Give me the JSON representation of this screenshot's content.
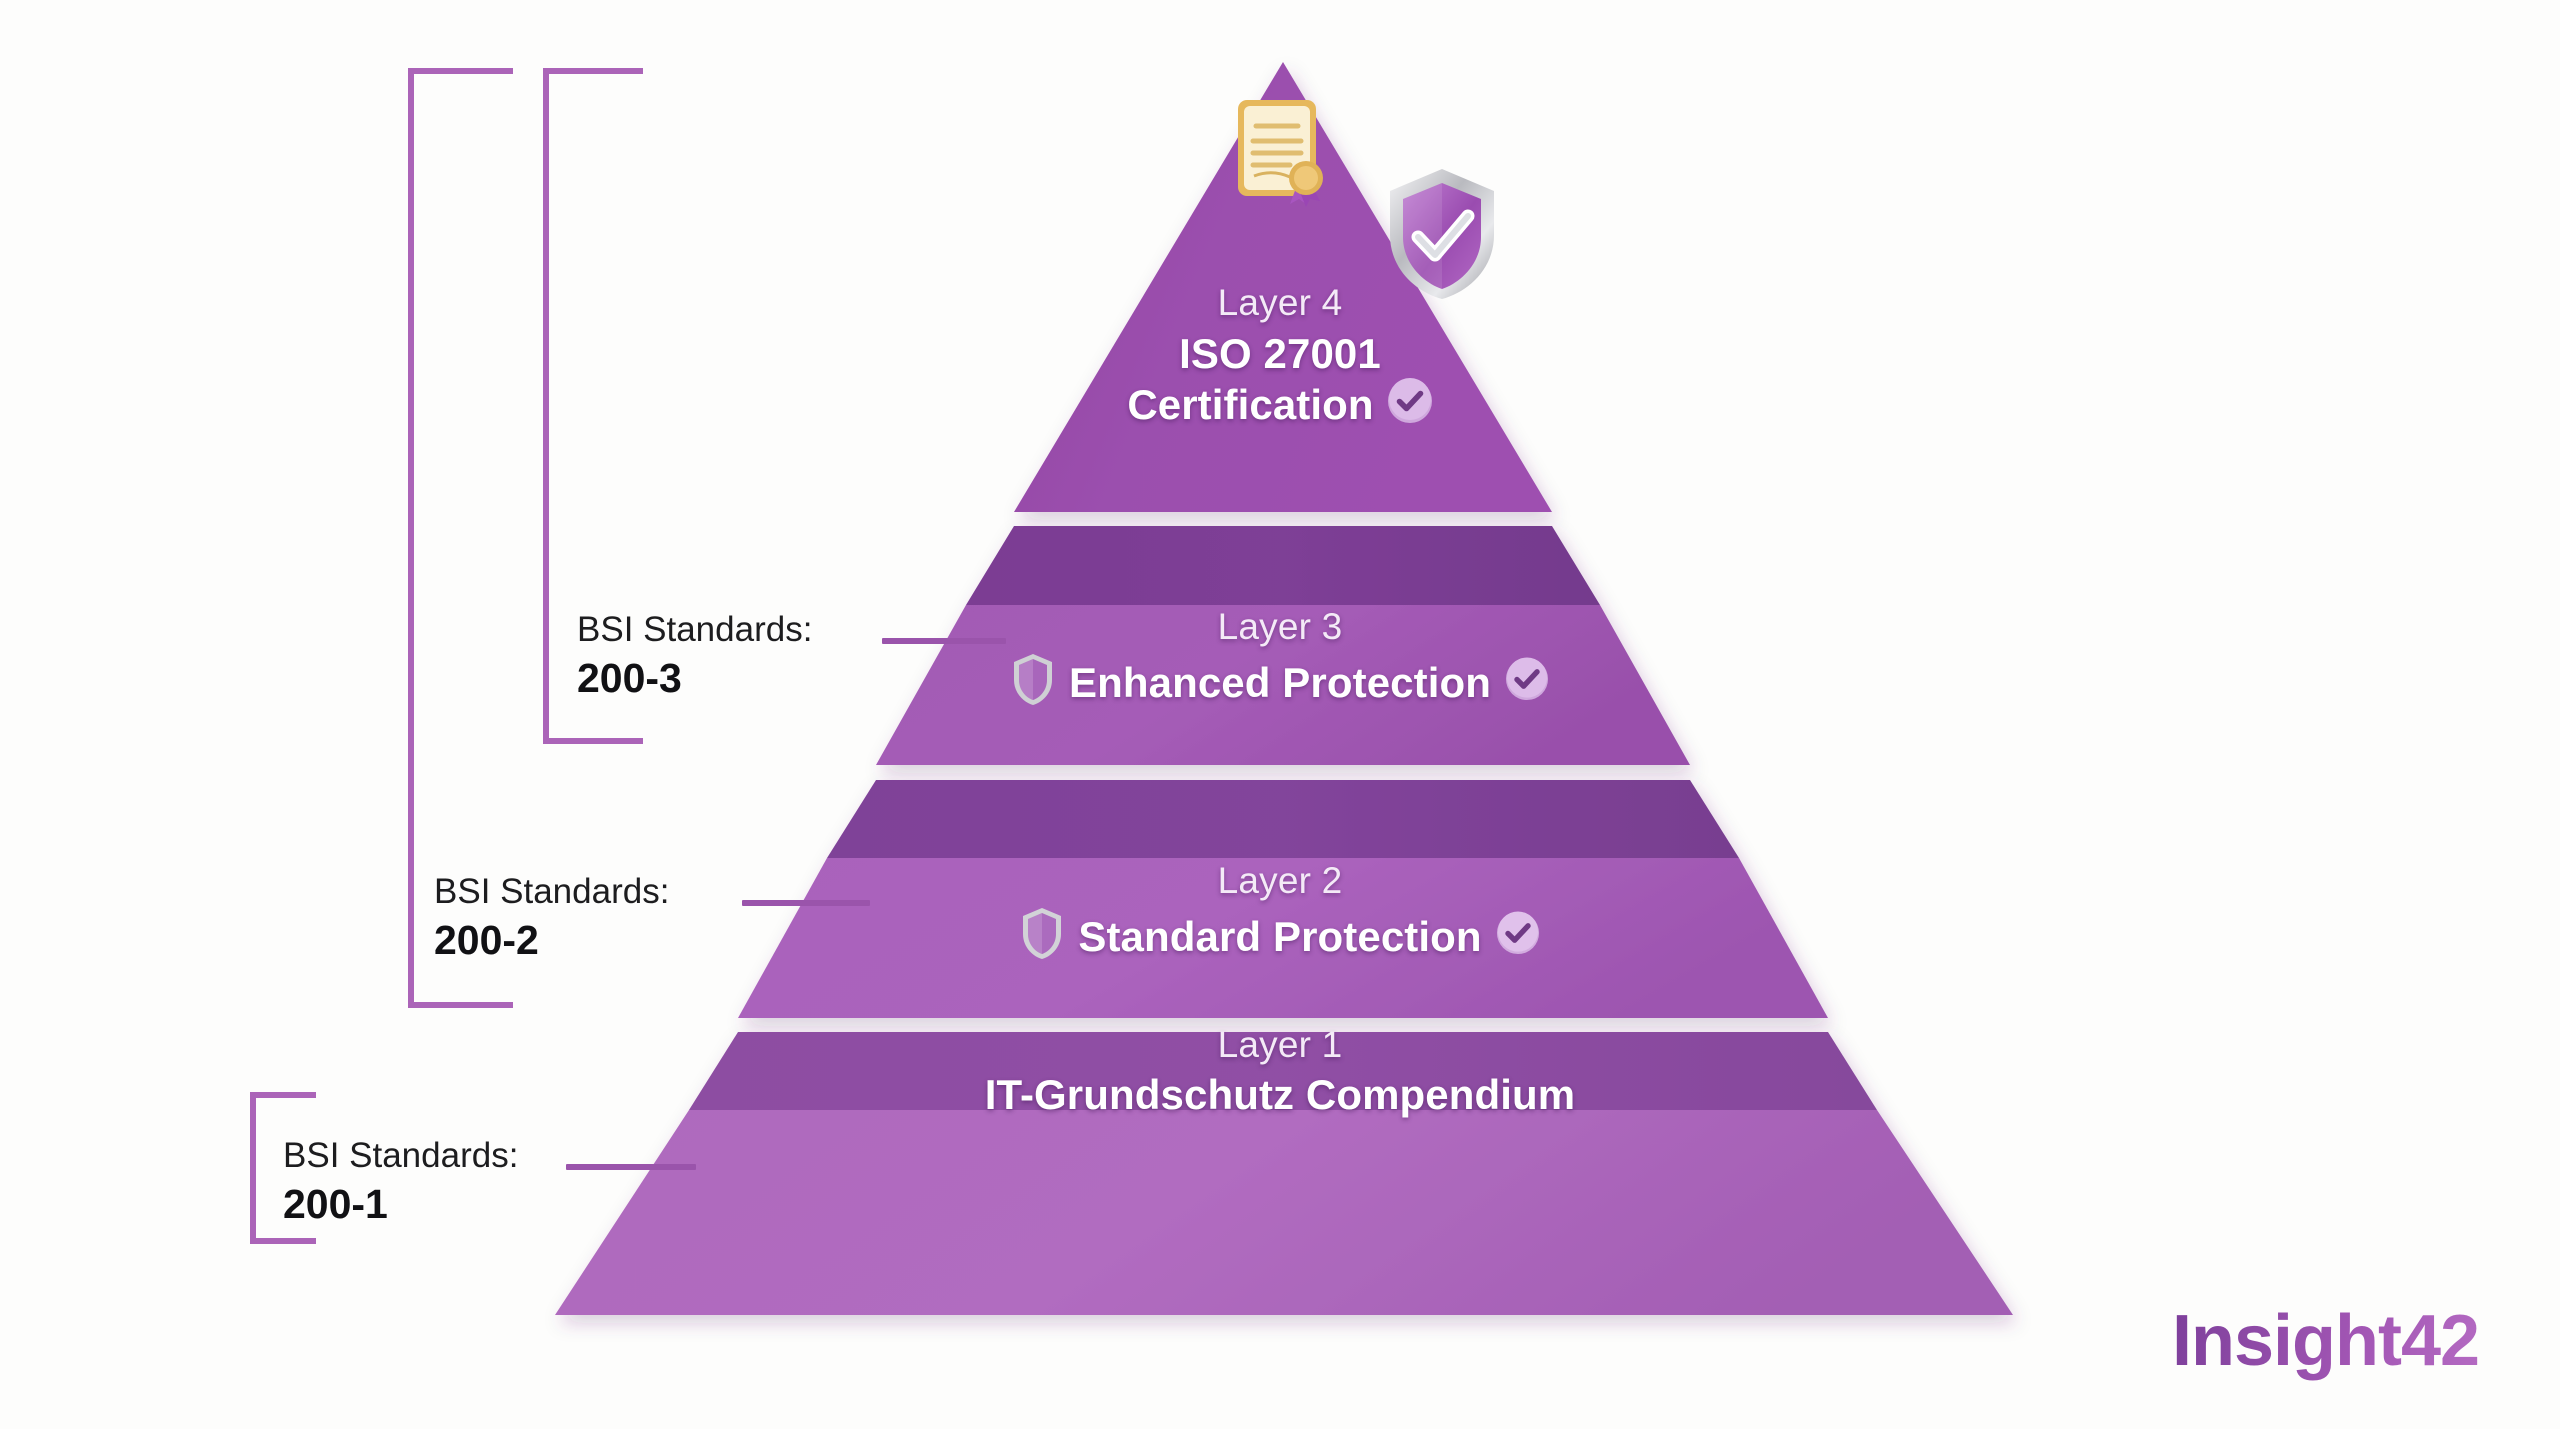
{
  "background_color": "#fdfdfc",
  "accent_color": "#a95bbb",
  "bracket_color": "#ab64b8",
  "pyramid": {
    "layers": [
      {
        "id": "layer-4",
        "sub": "Layer 4",
        "title": "ISO 27001",
        "title2": "Certification",
        "fill_light": "#9c4fb0",
        "fill_dark": "#8a3fa0",
        "icons": [
          "certificate-icon",
          "shield-check-icon",
          "check-circle-icon"
        ]
      },
      {
        "id": "layer-3",
        "sub": "Layer 3",
        "title": "Enhanced Protection",
        "fill_light": "#a258b4",
        "fill_dark": "#7a3c92",
        "icons": [
          "shield-icon",
          "check-circle-icon"
        ]
      },
      {
        "id": "layer-2",
        "sub": "Layer 2",
        "title": "Standard Protection",
        "fill_light": "#a85fba",
        "fill_dark": "#7e3f96",
        "icons": [
          "shield-icon",
          "check-circle-icon"
        ]
      },
      {
        "id": "layer-1",
        "sub": "Layer 1",
        "title": "IT-Grundschutz Compendium",
        "fill_light": "#ae68bd",
        "fill_dark": "#8b4ba0",
        "icons": []
      }
    ]
  },
  "side_labels": [
    {
      "id": "bsi-200-3",
      "caption": "BSI Standards:",
      "code": "200-3"
    },
    {
      "id": "bsi-200-2",
      "caption": "BSI Standards:",
      "code": "200-2"
    },
    {
      "id": "bsi-200-1",
      "caption": "BSI Standards:",
      "code": "200-1"
    }
  ],
  "logo": {
    "text": "Insight42"
  }
}
